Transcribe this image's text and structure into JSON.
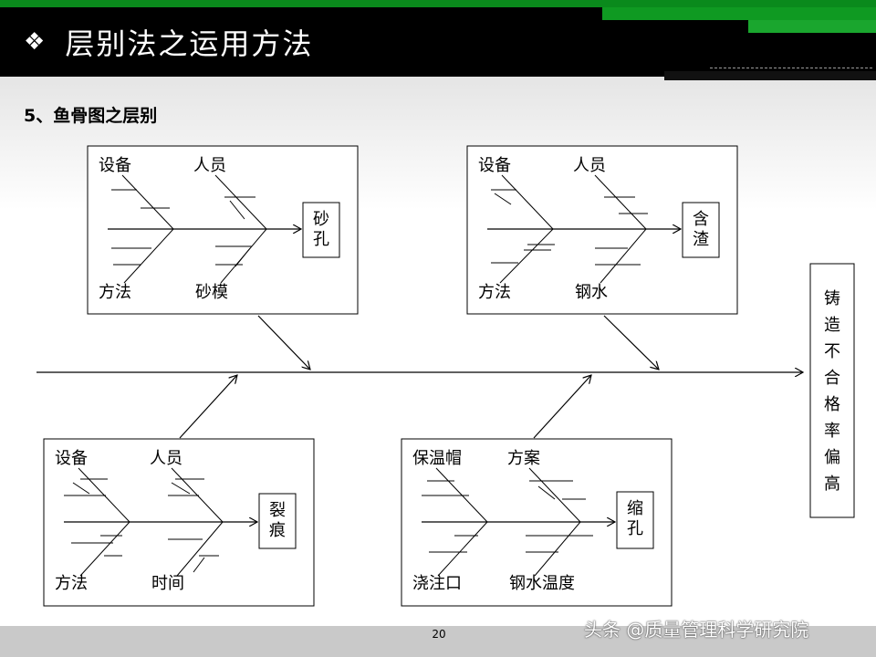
{
  "header": {
    "bullet": "❖",
    "title": "层别法之运用方法"
  },
  "subtitle": "5、鱼骨图之层别",
  "result_box": {
    "label": "铸造不合格率偏高"
  },
  "fishbones": [
    {
      "top_left": "设备",
      "top_right": "人员",
      "bottom_left": "方法",
      "bottom_right": "砂模",
      "head": "砂孔"
    },
    {
      "top_left": "设备",
      "top_right": "人员",
      "bottom_left": "方法",
      "bottom_right": "钢水",
      "head": "含渣"
    },
    {
      "top_left": "设备",
      "top_right": "人员",
      "bottom_left": "方法",
      "bottom_right": "时间",
      "head": "裂痕"
    },
    {
      "top_left": "保温帽",
      "top_right": "方案",
      "bottom_left": "浇注口",
      "bottom_right": "钢水温度",
      "head": "缩孔"
    }
  ],
  "footer": {
    "page_number": "20",
    "watermark": "头条 @质量管理科学研究院"
  }
}
